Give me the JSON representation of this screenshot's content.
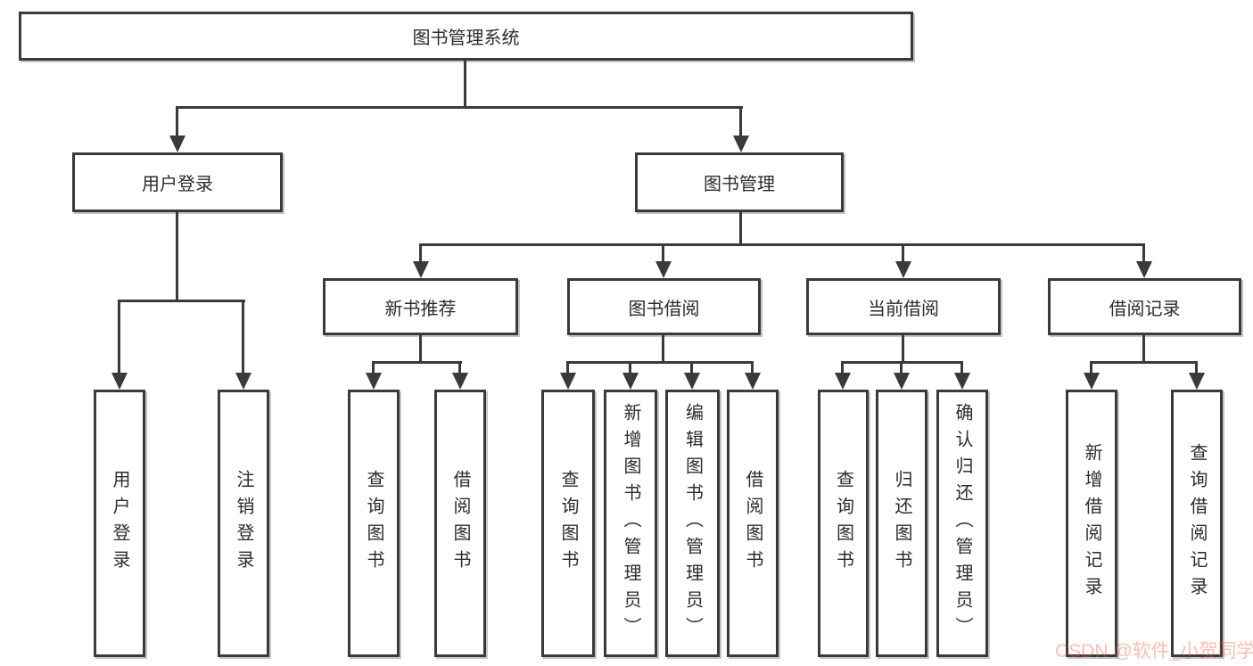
{
  "diagram": {
    "type": "hierarchy-tree",
    "watermark": "CSDN @软件_小贺同学",
    "colors": {
      "background": "#ffffff",
      "line": "#3a3a3a",
      "text": "#2c2c2c",
      "watermark": "#fc5531"
    }
  },
  "nodes": {
    "root": "图书管理系统",
    "user_login": "用户登录",
    "book_mgmt": "图书管理",
    "new_book_rec": "新书推荐",
    "book_borrow": "图书借阅",
    "current_borrow": "当前借阅",
    "borrow_record": "借阅记录",
    "leaf_user_login": "用户登录",
    "leaf_logout_login": "注销登录",
    "leaf_query_book_rec": "查询图书",
    "leaf_borrow_book_rec": "借阅图书",
    "leaf_query_book_borrow": "查询图书",
    "leaf_add_book_admin": "新增图书（管理员）",
    "leaf_edit_book_admin": "编辑图书（管理员）",
    "leaf_borrow_book_borrow": "借阅图书",
    "leaf_query_book_current": "查询图书",
    "leaf_return_book": "归还图书",
    "leaf_confirm_return_admin": "确认归还（管理员）",
    "leaf_add_borrow_record": "新增借阅记录",
    "leaf_query_borrow_record": "查询借阅记录"
  }
}
